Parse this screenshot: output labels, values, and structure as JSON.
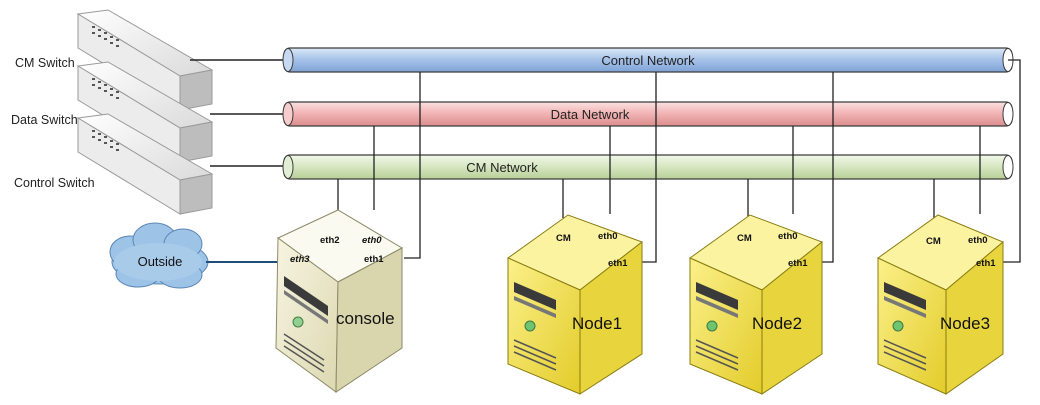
{
  "switches": {
    "cm": "CM Switch",
    "data": "Data Switch",
    "control": "Control Switch"
  },
  "networks": {
    "control": "Control Network",
    "data": "Data Network",
    "cm": "CM Network"
  },
  "outside": "Outside",
  "console": {
    "name": "console",
    "ports": {
      "eth2": "eth2",
      "eth0": "eth0",
      "eth3": "eth3",
      "eth1": "eth1"
    }
  },
  "nodes": [
    {
      "name": "Node1",
      "ports": {
        "cm": "CM",
        "eth0": "eth0",
        "eth1": "eth1"
      }
    },
    {
      "name": "Node2",
      "ports": {
        "cm": "CM",
        "eth0": "eth0",
        "eth1": "eth1"
      }
    },
    {
      "name": "Node3",
      "ports": {
        "cm": "CM",
        "eth0": "eth0",
        "eth1": "eth1"
      }
    }
  ],
  "colors": {
    "control_pipe": "#a9c4ea",
    "data_pipe": "#f2b6b6",
    "cm_pipe": "#d9e8c4",
    "node_yellow": "#f4e14a",
    "console_beige": "#ece9c8",
    "cloud_blue": "#9dc3e6",
    "outside_link": "#1f4e79"
  }
}
